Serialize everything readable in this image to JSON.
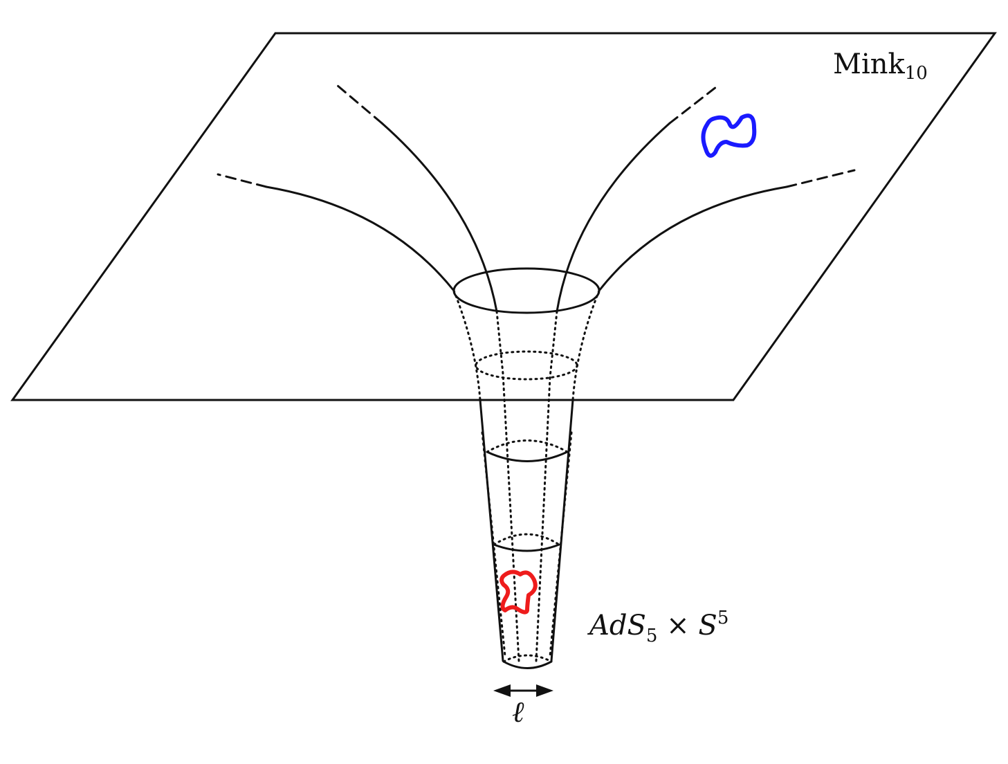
{
  "labels": {
    "flat_space": {
      "name": "Mink",
      "sub": "10"
    },
    "throat": {
      "base": "AdS",
      "base_sub": "5",
      "times": "×",
      "sphere": "S",
      "sphere_sup": "5"
    },
    "scale": "ℓ"
  },
  "colors": {
    "lines": "#111111",
    "bulk_loop": "#1a1aff",
    "throat_loop": "#ee1c1c"
  },
  "icons": [
    "double-arrow-icon"
  ]
}
